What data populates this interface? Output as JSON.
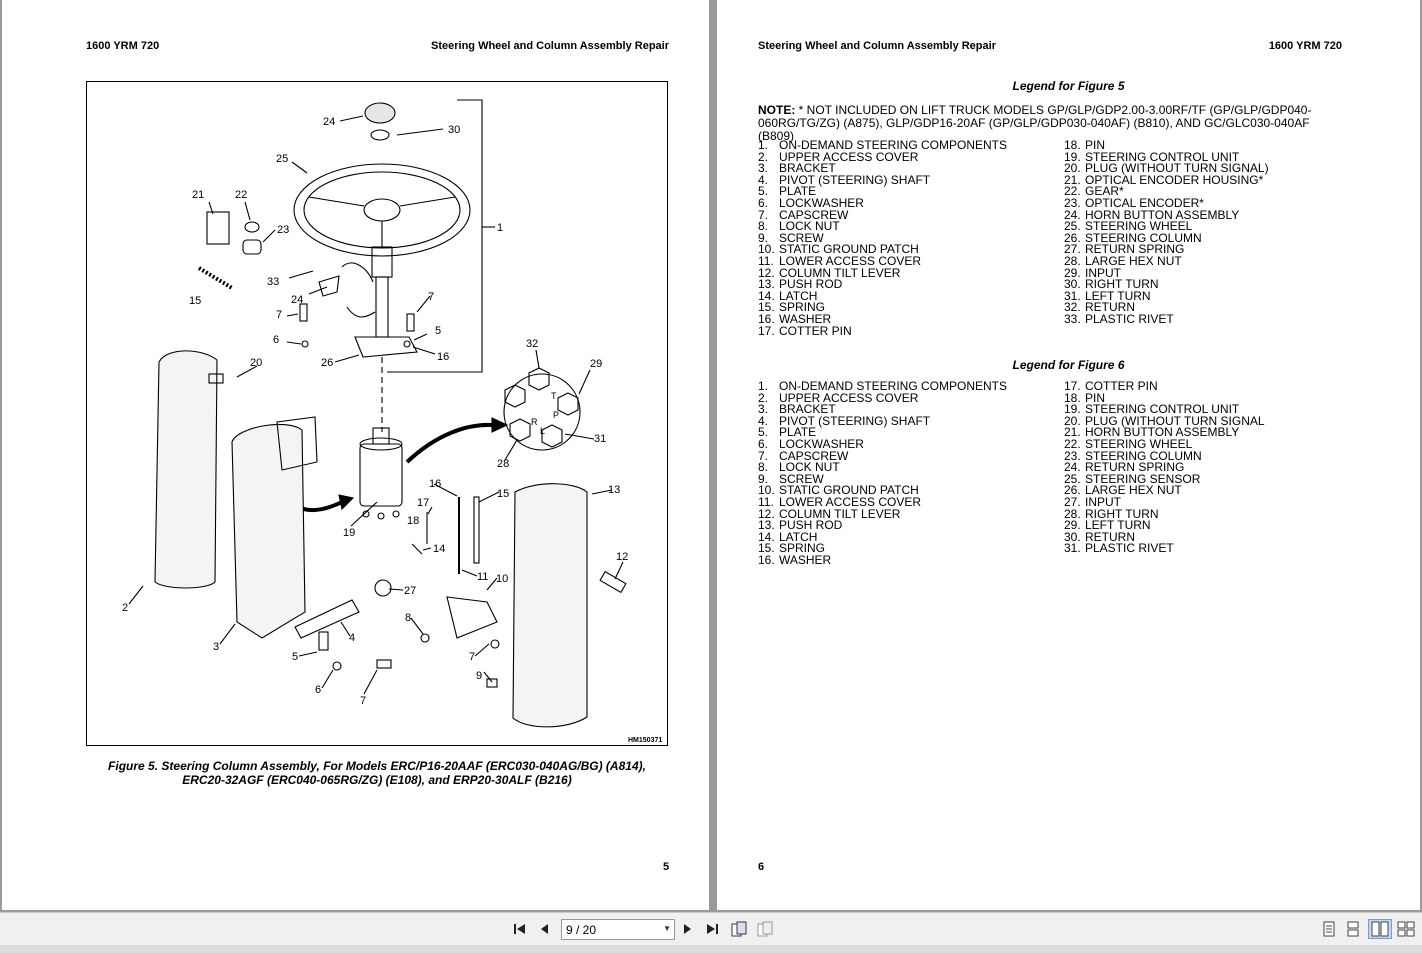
{
  "left_page": {
    "header_left": "1600 YRM 720",
    "header_right": "Steering Wheel and Column Assembly Repair",
    "figure_code": "HM150371",
    "figure_caption_line1": "Figure 5.  Steering Column Assembly, For Models ERC/P16-20AAF (ERC030-040AG/BG) (A814),",
    "figure_caption_line2": "ERC20-32AGF (ERC040-065RG/ZG) (E108), and ERP20-30ALF (B216)",
    "page_number": "5",
    "callouts": [
      "1",
      "2",
      "3",
      "4",
      "5",
      "5",
      "6",
      "6",
      "7",
      "7",
      "7",
      "7",
      "8",
      "9",
      "10",
      "11",
      "12",
      "13",
      "14",
      "15",
      "15",
      "16",
      "16",
      "17",
      "18",
      "19",
      "20",
      "21",
      "22",
      "23",
      "24",
      "24",
      "25",
      "26",
      "27",
      "28",
      "29",
      "30",
      "31",
      "32",
      "33"
    ],
    "switch_letters": [
      "T",
      "P",
      "R",
      "L"
    ]
  },
  "right_page": {
    "header_left": "Steering Wheel and Column Assembly Repair",
    "header_right": "1600 YRM 720",
    "legend5_title": "Legend for Figure 5",
    "note_label": "NOTE:",
    "note_text": " * NOT INCLUDED ON LIFT TRUCK MODELS GP/GLP/GDP2.00-3.00RF/TF (GP/GLP/GDP040-060RG/TG/ZG) (A875), GLP/GDP16-20AF (GP/GLP/GDP030-040AF) (B810), AND GC/GLC030-040AF (B809)",
    "legend5_col1": [
      {
        "n": "1.",
        "t": "ON-DEMAND STEERING COMPONENTS"
      },
      {
        "n": "2.",
        "t": "UPPER ACCESS COVER"
      },
      {
        "n": "3.",
        "t": "BRACKET"
      },
      {
        "n": "4.",
        "t": "PIVOT (STEERING) SHAFT"
      },
      {
        "n": "5.",
        "t": "PLATE"
      },
      {
        "n": "6.",
        "t": "LOCKWASHER"
      },
      {
        "n": "7.",
        "t": "CAPSCREW"
      },
      {
        "n": "8.",
        "t": "LOCK NUT"
      },
      {
        "n": "9.",
        "t": "SCREW"
      },
      {
        "n": "10.",
        "t": "STATIC GROUND PATCH"
      },
      {
        "n": "11.",
        "t": "LOWER ACCESS COVER"
      },
      {
        "n": "12.",
        "t": "COLUMN TILT LEVER"
      },
      {
        "n": "13.",
        "t": "PUSH ROD"
      },
      {
        "n": "14.",
        "t": "LATCH"
      },
      {
        "n": "15.",
        "t": "SPRING"
      },
      {
        "n": "16.",
        "t": "WASHER"
      },
      {
        "n": "17.",
        "t": "COTTER PIN"
      }
    ],
    "legend5_col2": [
      {
        "n": "18.",
        "t": "PIN"
      },
      {
        "n": "19.",
        "t": "STEERING CONTROL UNIT"
      },
      {
        "n": "20.",
        "t": "PLUG (WITHOUT TURN SIGNAL)"
      },
      {
        "n": "21.",
        "t": "OPTICAL ENCODER HOUSING*"
      },
      {
        "n": "22.",
        "t": "GEAR*"
      },
      {
        "n": "23.",
        "t": "OPTICAL ENCODER*"
      },
      {
        "n": "24.",
        "t": "HORN BUTTON ASSEMBLY"
      },
      {
        "n": "25.",
        "t": "STEERING WHEEL"
      },
      {
        "n": "26.",
        "t": "STEERING COLUMN"
      },
      {
        "n": "27.",
        "t": "RETURN SPRING"
      },
      {
        "n": "28.",
        "t": "LARGE HEX NUT"
      },
      {
        "n": "29.",
        "t": "INPUT"
      },
      {
        "n": "30.",
        "t": "RIGHT TURN"
      },
      {
        "n": "31.",
        "t": "LEFT TURN"
      },
      {
        "n": "32.",
        "t": "RETURN"
      },
      {
        "n": "33.",
        "t": "PLASTIC RIVET"
      }
    ],
    "legend6_title": "Legend for Figure 6",
    "legend6_col1": [
      {
        "n": "1.",
        "t": "ON-DEMAND STEERING COMPONENTS"
      },
      {
        "n": "2.",
        "t": "UPPER ACCESS COVER"
      },
      {
        "n": "3.",
        "t": "BRACKET"
      },
      {
        "n": "4.",
        "t": "PIVOT (STEERING) SHAFT"
      },
      {
        "n": "5.",
        "t": "PLATE"
      },
      {
        "n": "6.",
        "t": "LOCKWASHER"
      },
      {
        "n": "7.",
        "t": "CAPSCREW"
      },
      {
        "n": "8.",
        "t": "LOCK NUT"
      },
      {
        "n": "9.",
        "t": "SCREW"
      },
      {
        "n": "10.",
        "t": "STATIC GROUND PATCH"
      },
      {
        "n": "11.",
        "t": "LOWER ACCESS COVER"
      },
      {
        "n": "12.",
        "t": "COLUMN TILT LEVER"
      },
      {
        "n": "13.",
        "t": "PUSH ROD"
      },
      {
        "n": "14.",
        "t": "LATCH"
      },
      {
        "n": "15.",
        "t": "SPRING"
      },
      {
        "n": "16.",
        "t": "WASHER"
      }
    ],
    "legend6_col2": [
      {
        "n": "17.",
        "t": "COTTER PIN"
      },
      {
        "n": "18.",
        "t": "PIN"
      },
      {
        "n": "19.",
        "t": "STEERING CONTROL UNIT"
      },
      {
        "n": "20.",
        "t": "PLUG (WITHOUT TURN SIGNAL"
      },
      {
        "n": "21.",
        "t": "HORN BUTTON ASSEMBLY"
      },
      {
        "n": "22.",
        "t": "STEERING WHEEL"
      },
      {
        "n": "23.",
        "t": "STEERING COLUMN"
      },
      {
        "n": "24.",
        "t": "RETURN SPRING"
      },
      {
        "n": "25.",
        "t": "STEERING SENSOR"
      },
      {
        "n": "26.",
        "t": "LARGE HEX NUT"
      },
      {
        "n": "27.",
        "t": "INPUT"
      },
      {
        "n": "28.",
        "t": "RIGHT TURN"
      },
      {
        "n": "29.",
        "t": "LEFT TURN"
      },
      {
        "n": "30.",
        "t": "RETURN"
      },
      {
        "n": "31.",
        "t": "PLASTIC RIVET"
      }
    ],
    "page_number": "6"
  },
  "toolbar": {
    "first_icon": "first-page-icon",
    "prev_icon": "previous-page-icon",
    "page_indicator": "9 / 20",
    "next_icon": "next-page-icon",
    "last_icon": "last-page-icon",
    "view_icons": [
      "single-page-icon",
      "continuous-page-icon",
      "two-page-icon",
      "two-page-continuous-icon"
    ]
  }
}
